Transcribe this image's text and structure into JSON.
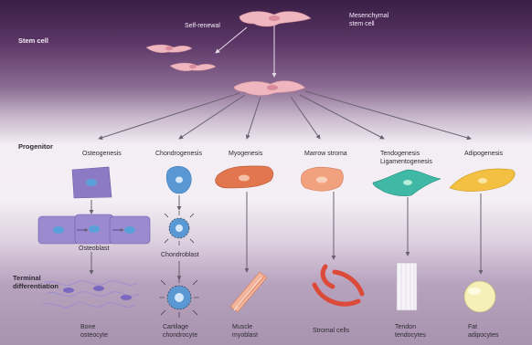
{
  "stages": {
    "stem": "Stem cell",
    "progenitor": "Progenitor",
    "terminal": "Terminal\ndifferentiation"
  },
  "top": {
    "mesenchymal": "Mesenchymal\nstem cell",
    "self_renewal": "Self-renewal"
  },
  "lineages": [
    {
      "process": "Osteogenesis",
      "intermediate": "Osteoblast",
      "terminal": "Bone\nosteocyte"
    },
    {
      "process": "Chondrogenesis",
      "intermediate": "Chondroblast",
      "terminal": "Cartilage\nchondrocyte"
    },
    {
      "process": "Myogenesis",
      "intermediate": "",
      "terminal": "Muscle\nmyoblast"
    },
    {
      "process": "Marrow stroma",
      "intermediate": "",
      "terminal": "Stromal cells"
    },
    {
      "process": "Tendogenesis\nLigamentogenesis",
      "intermediate": "",
      "terminal": "Tendon\ntendocytes"
    },
    {
      "process": "Adipogenesis",
      "intermediate": "",
      "terminal": "Fat\nadipocytes"
    }
  ],
  "colors": {
    "stem_cell": "#f0b6c0",
    "osteo": "#8c7bc4",
    "chondro": "#5a98d4",
    "myo": "#e2764f",
    "stroma": "#f1a17e",
    "tendo": "#3fb8a5",
    "adipo": "#f3c042",
    "fat_cell": "#f5efb8"
  }
}
